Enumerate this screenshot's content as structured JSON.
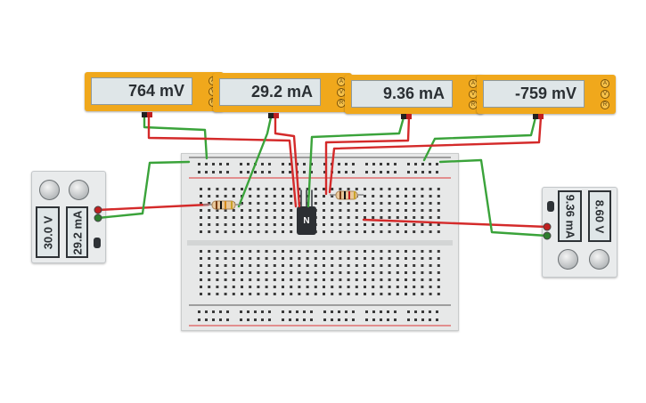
{
  "meters": [
    {
      "id": "m1",
      "reading": "764 mV"
    },
    {
      "id": "m2",
      "reading": "29.2 mA"
    },
    {
      "id": "m3",
      "reading": "9.36 mA"
    },
    {
      "id": "m4",
      "reading": "-759 mV"
    }
  ],
  "meter_buttons": [
    "A",
    "V",
    "R"
  ],
  "left_supply": {
    "voltage": "30.0 V",
    "current": "29.2 mA"
  },
  "right_supply": {
    "voltage": "8.60 V",
    "current": "9.36 mA"
  },
  "transistor": {
    "label": "N"
  },
  "colors": {
    "red_wire": "#d42a2a",
    "green_wire": "#3aa33a",
    "meter_body": "#f0a81c",
    "breadboard": "#e7e8e8"
  }
}
